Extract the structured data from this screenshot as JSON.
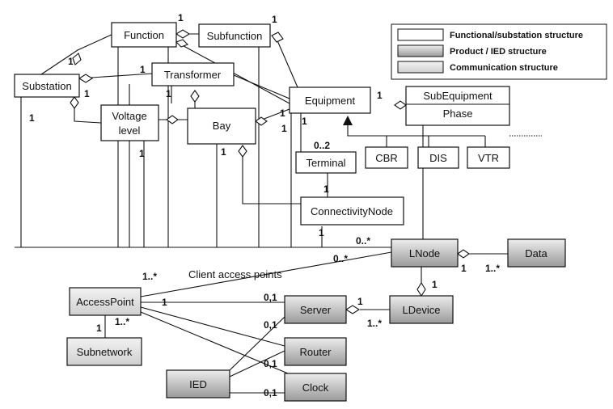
{
  "colors": {
    "functional": "#ffffff",
    "product": "#a9a9a9",
    "communication": "#dcdcdc",
    "stroke": "#111111"
  },
  "legend": [
    {
      "label": "Functional/substation structure",
      "style": "functional"
    },
    {
      "label": "Product / IED structure",
      "style": "product"
    },
    {
      "label": "Communication structure",
      "style": "communication"
    }
  ],
  "boxes": {
    "function": "Function",
    "subfunction": "Subfunction",
    "substation": "Substation",
    "transformer": "Transformer",
    "voltage_level_line1": "Voltage",
    "voltage_level_line2": "level",
    "bay": "Bay",
    "equipment": "Equipment",
    "subequipment": "SubEquipment",
    "phase": "Phase",
    "cbr": "CBR",
    "dis": "DIS",
    "vtr": "VTR",
    "terminal": "Terminal",
    "connectivity_node": "ConnectivityNode",
    "lnode": "LNode",
    "data": "Data",
    "access_point": "AccessPoint",
    "subnetwork": "Subnetwork",
    "server": "Server",
    "ldevice": "LDevice",
    "router": "Router",
    "ied": "IED",
    "clock": "Clock"
  },
  "labels": {
    "client_access_points": "Client access points"
  },
  "multiplicities": {
    "m1": "1",
    "m2": "1",
    "m3": "1",
    "m4": "1",
    "m5": "1",
    "m6": "1",
    "m7": "1",
    "m8": "1",
    "m9": "1",
    "m10": "1",
    "m11": "1",
    "m12": "1",
    "m13": "1",
    "m14": "0..2",
    "m15": "1",
    "m16": "1",
    "m17": "0..*",
    "m18": "0..*",
    "m19": "1..*",
    "m20": "1",
    "m21": "1..*",
    "m22": "1",
    "m23": "1",
    "m24": "1",
    "m25": "1..*",
    "m26": "0,1",
    "m27": "1",
    "m28": "1..*",
    "m29": "0,1",
    "m30": "0,1",
    "m31": "0,1"
  }
}
